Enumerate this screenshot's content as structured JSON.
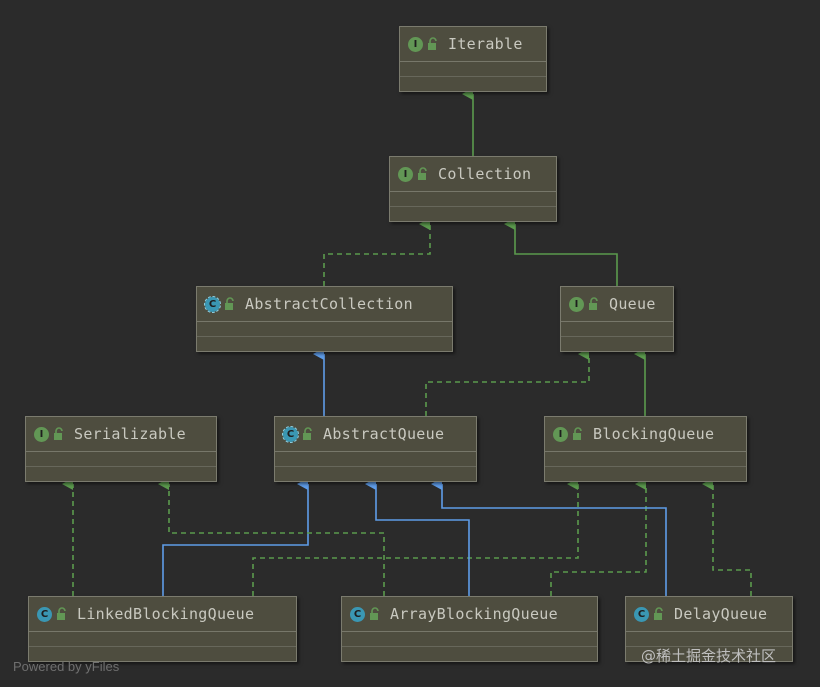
{
  "nodes": [
    {
      "id": "iterable",
      "kind": "I",
      "name": "Iterable"
    },
    {
      "id": "collection",
      "kind": "I",
      "name": "Collection"
    },
    {
      "id": "abstract-collection",
      "kind": "A",
      "name": "AbstractCollection"
    },
    {
      "id": "queue",
      "kind": "I",
      "name": "Queue"
    },
    {
      "id": "serializable",
      "kind": "I",
      "name": "Serializable"
    },
    {
      "id": "abstract-queue",
      "kind": "A",
      "name": "AbstractQueue"
    },
    {
      "id": "blocking-queue",
      "kind": "I",
      "name": "BlockingQueue"
    },
    {
      "id": "linked-blocking-queue",
      "kind": "C",
      "name": "LinkedBlockingQueue"
    },
    {
      "id": "array-blocking-queue",
      "kind": "C",
      "name": "ArrayBlockingQueue"
    },
    {
      "id": "delay-queue",
      "kind": "C",
      "name": "DelayQueue"
    }
  ],
  "edges": [
    {
      "from": "collection",
      "to": "iterable",
      "type": "extends-interface"
    },
    {
      "from": "abstract-collection",
      "to": "collection",
      "type": "implements"
    },
    {
      "from": "queue",
      "to": "collection",
      "type": "extends-interface"
    },
    {
      "from": "abstract-queue",
      "to": "abstract-collection",
      "type": "extends"
    },
    {
      "from": "abstract-queue",
      "to": "queue",
      "type": "implements"
    },
    {
      "from": "blocking-queue",
      "to": "queue",
      "type": "extends-interface"
    },
    {
      "from": "linked-blocking-queue",
      "to": "serializable",
      "type": "implements"
    },
    {
      "from": "linked-blocking-queue",
      "to": "abstract-queue",
      "type": "extends"
    },
    {
      "from": "linked-blocking-queue",
      "to": "blocking-queue",
      "type": "implements"
    },
    {
      "from": "array-blocking-queue",
      "to": "serializable",
      "type": "implements"
    },
    {
      "from": "array-blocking-queue",
      "to": "abstract-queue",
      "type": "extends"
    },
    {
      "from": "array-blocking-queue",
      "to": "blocking-queue",
      "type": "implements"
    },
    {
      "from": "delay-queue",
      "to": "abstract-queue",
      "type": "extends"
    },
    {
      "from": "delay-queue",
      "to": "blocking-queue",
      "type": "implements"
    }
  ],
  "kind_letters": {
    "I": "I",
    "C": "C",
    "A": "C"
  },
  "colors": {
    "background": "#2b2b2b",
    "node_fill": "#4e4d3f",
    "interface_badge": "#629755",
    "class_badge": "#3a97b3",
    "extends_line": "#5e9ce8",
    "implements_line": "#5b9a4d"
  },
  "footer": {
    "credit": "Powered by yFiles",
    "watermark": "@稀土掘金技术社区"
  }
}
